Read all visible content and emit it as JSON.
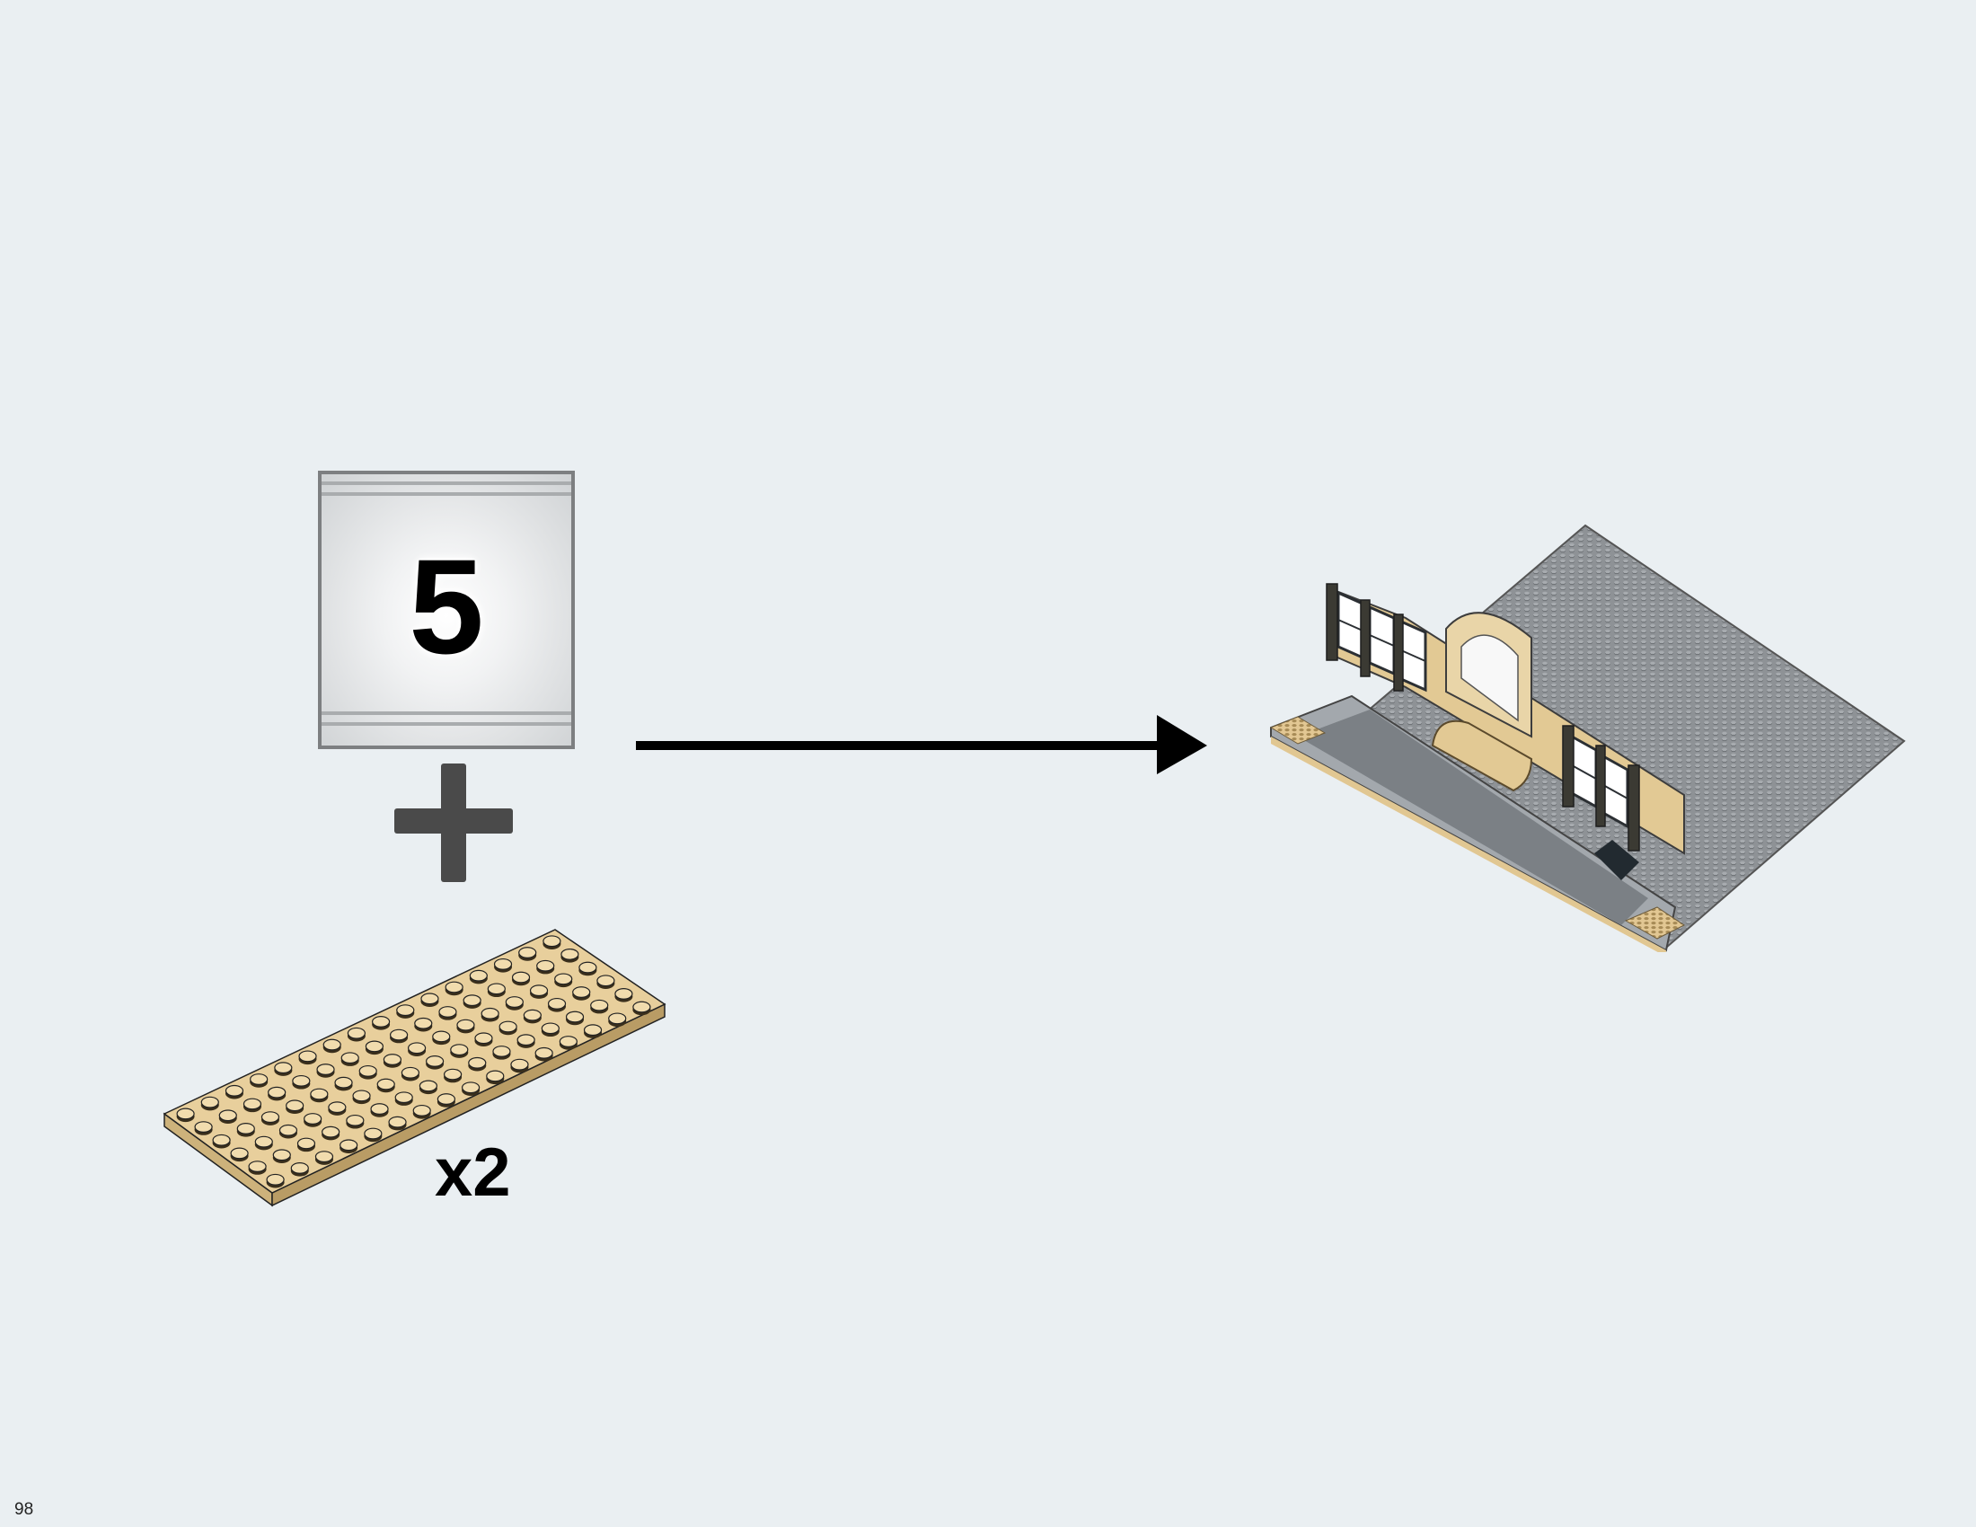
{
  "instruction": {
    "bag_number": "5",
    "part_quantity": "x2",
    "page_number": "98"
  },
  "icons": {
    "bag": "numbered-bag-icon",
    "plus": "plus-icon",
    "arrow": "right-arrow-icon",
    "part": "tan-plate-6x16",
    "result": "building-facade-on-baseplate"
  },
  "colors": {
    "background": "#eaeff2",
    "plate_tan": "#e8cf9c",
    "plus_gray": "#4a4a4a",
    "baseplate_gray": "#8e9296"
  }
}
